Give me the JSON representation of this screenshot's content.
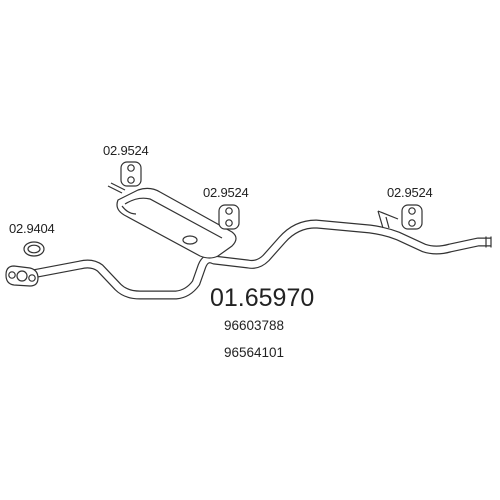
{
  "diagram": {
    "main_part_number": "01.65970",
    "oe_numbers": [
      "96603788",
      "96564101"
    ],
    "components": [
      {
        "part_number": "02.9404",
        "kind": "gasket"
      },
      {
        "part_number": "02.9524",
        "kind": "rubber-hanger"
      },
      {
        "part_number": "02.9524",
        "kind": "rubber-hanger"
      },
      {
        "part_number": "02.9524",
        "kind": "rubber-hanger"
      }
    ]
  },
  "colors": {
    "line": "#333333",
    "background": "#ffffff"
  }
}
